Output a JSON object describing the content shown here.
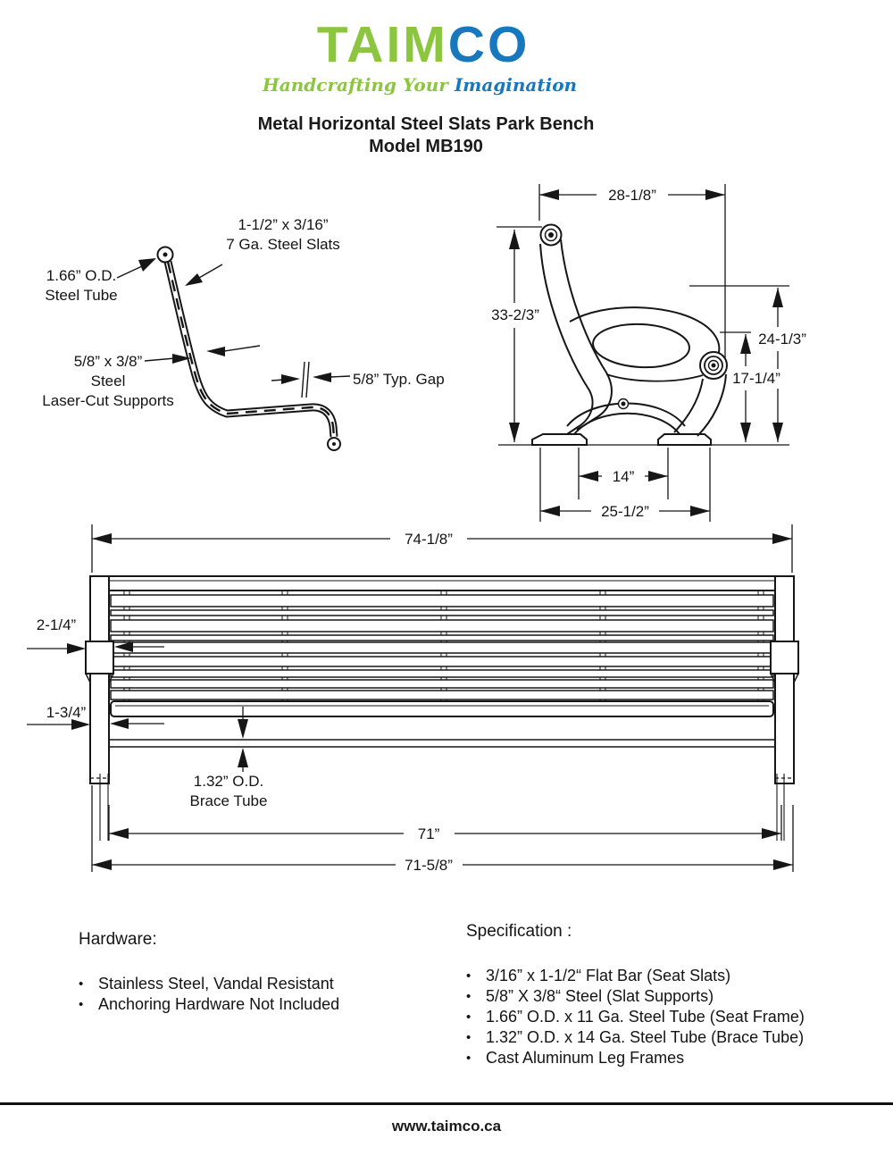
{
  "header": {
    "logo": {
      "text_green": "TAIM",
      "text_blue": "CO",
      "tagline_green": "Handcrafting Your",
      "tagline_blue": "Imagination",
      "green": "#8cc63e",
      "blue": "#1878be"
    },
    "title_line1": "Metal Horizontal Steel Slats Park Bench",
    "title_line2": "Model MB190"
  },
  "profile_view": {
    "slats_label_line1": "1-1/2” x 3/16”",
    "slats_label_line2": "7 Ga. Steel Slats",
    "tube_label_line1": "1.66” O.D.",
    "tube_label_line2": "Steel Tube",
    "supports_label_line1": "5/8” x 3/8”",
    "supports_label_line2": "Steel",
    "supports_label_line3": "Laser-Cut Supports",
    "gap_label": "5/8” Typ. Gap"
  },
  "end_view": {
    "dim_width_top": "28-1/8”",
    "dim_height_back": "33-2/3”",
    "dim_height_arm": "24-1/3”",
    "dim_height_seat": "17-1/4”",
    "dim_feet_inner": "14”",
    "dim_feet_outer": "25-1/2”"
  },
  "front_view": {
    "dim_overall_width": "74-1/8”",
    "dim_post_wide": "2-1/4”",
    "dim_post_narrow": "1-3/4”",
    "brace_label_line1": "1.32” O.D.",
    "brace_label_line2": "Brace Tube",
    "dim_slat_span": "71”",
    "dim_leg_span": "71-5/8”"
  },
  "hardware": {
    "heading": "Hardware:",
    "bullet": "•",
    "items": [
      "Stainless Steel, Vandal Resistant",
      "Anchoring Hardware Not Included"
    ]
  },
  "specification": {
    "heading": "Specification :",
    "bullet": "•",
    "items": [
      "3/16” x 1-1/2“ Flat Bar (Seat Slats)",
      "5/8” X 3/8“ Steel (Slat Supports)",
      "1.66” O.D. x 11 Ga. Steel Tube (Seat Frame)",
      "1.32” O.D. x 14 Ga. Steel Tube (Brace Tube)",
      "Cast Aluminum Leg Frames"
    ]
  },
  "footer": {
    "url": "www.taimco.ca"
  }
}
